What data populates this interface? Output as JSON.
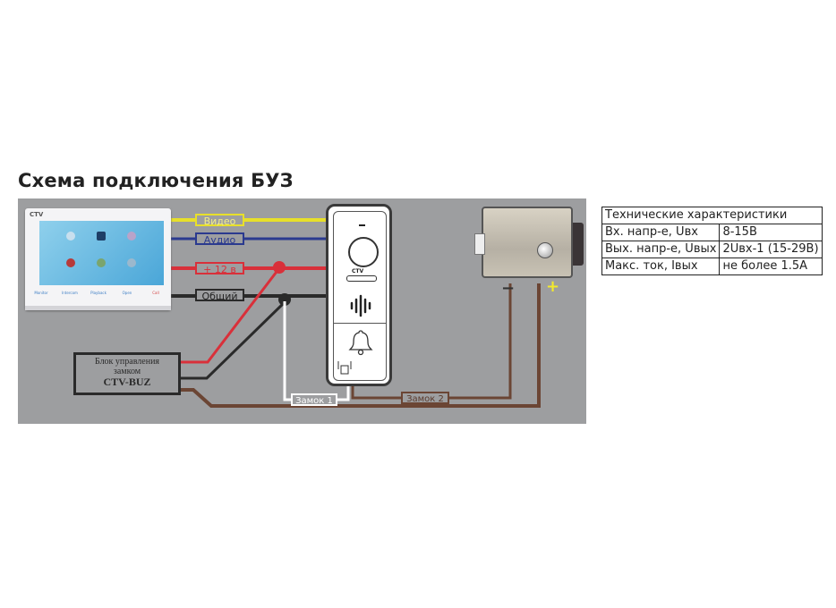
{
  "title": "Схема подключения БУЗ",
  "colors": {
    "background": "#9d9ea0",
    "video_wire": "#e8e02a",
    "audio_wire": "#2b3a8f",
    "power_wire": "#d9303a",
    "common_wire": "#2a2a2a",
    "lock_wire": "#6b4534",
    "lock1_wire": "#ffffff"
  },
  "monitor": {
    "brand": "CTV",
    "buttons": [
      "Monitor",
      "Intercom",
      "Playback",
      "Open",
      "Call"
    ]
  },
  "wires": {
    "video": "Видео",
    "audio": "Аудио",
    "power": "+ 12 в",
    "common": "Общий",
    "lock1": "Замок 1",
    "lock2": "Замок 2"
  },
  "control_unit": {
    "line1": "Блок управления",
    "line2": "замком",
    "line3": "CTV-BUZ"
  },
  "outdoor_panel": {
    "brand": "CTV"
  },
  "lock": {
    "minus": "−",
    "plus": "+"
  },
  "spec_table": {
    "header": "Технические характеристики",
    "rows": [
      {
        "param": "Вх. напр-е, Uвх",
        "value": " 8-15В"
      },
      {
        "param": "Вых. напр-е, Uвых",
        "value": "2Uвх-1 (15-29В)"
      },
      {
        "param": "Макс. ток, Iвых",
        "value": "не более 1.5А"
      }
    ]
  }
}
